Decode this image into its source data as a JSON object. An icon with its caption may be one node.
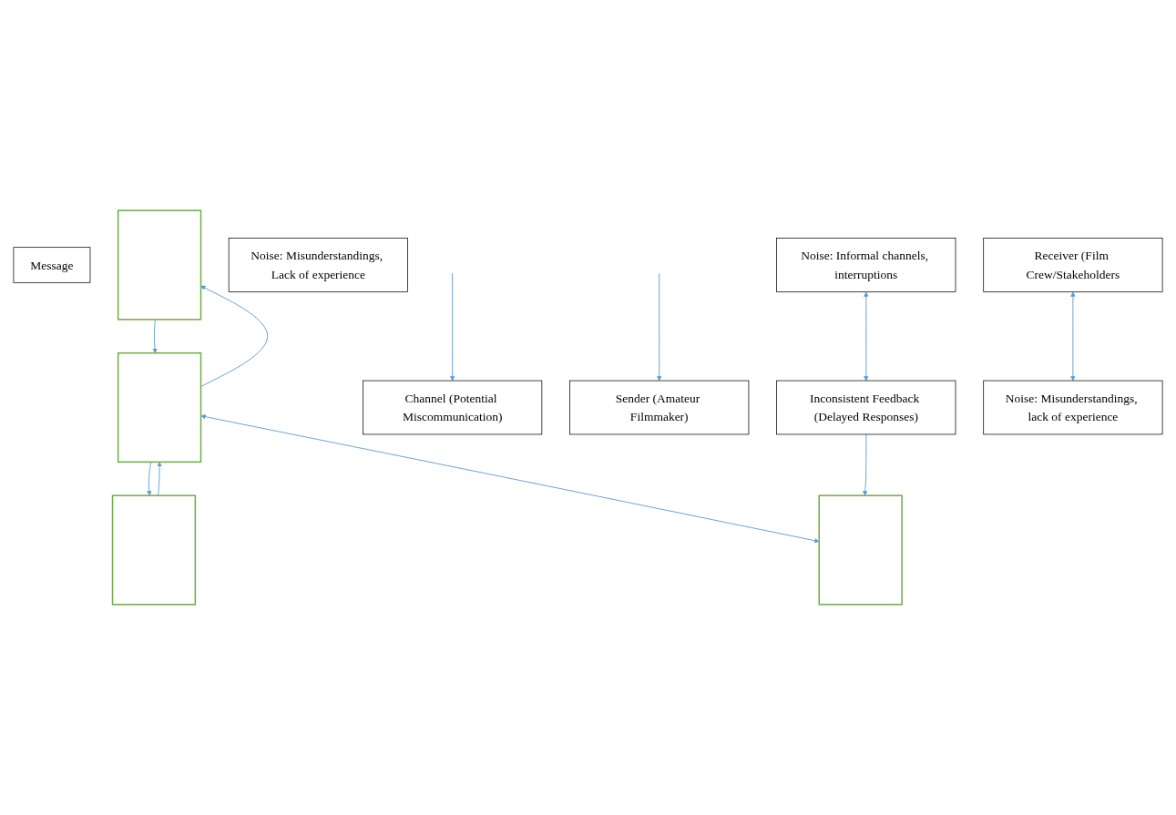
{
  "diagram": {
    "nodes": [
      {
        "text": [
          "Message"
        ]
      },
      {
        "text": [],
        "shape": "box"
      },
      {
        "text": [],
        "shape": "box"
      },
      {
        "text": [],
        "shape": "box"
      },
      {
        "text": [
          "Noise: Misunderstandings, Lack of experience"
        ]
      },
      {
        "text": [
          "Noise: Informal channels, interruptions"
        ]
      },
      {
        "text": [
          "Channel (Potential Miscommunication)"
        ]
      },
      {
        "text": [
          "Sender (Amateur Filmmaker)"
        ]
      },
      {
        "text": [],
        "shape": "box"
      },
      {
        "text": [
          "Inconsistent Feedback (Delayed Responses)"
        ]
      },
      {
        "text": [
          "Receiver (Film Crew/Stakeholders"
        ]
      },
      {
        "text": [
          "Noise: Misunderstandings, lack of experience"
        ]
      }
    ],
    "edges": [
      {
        "from": 2,
        "to": 1,
        "arrow": "to"
      },
      {
        "from": 1,
        "to": 2,
        "arrow": "to"
      },
      {
        "from": 3,
        "to": 2,
        "arrow": "to"
      },
      {
        "from": 2,
        "to": 3,
        "arrow": "to"
      },
      {
        "from": 2,
        "to": 8,
        "arrow": "both"
      },
      {
        "from": 5,
        "to": 9,
        "arrow": "both"
      },
      {
        "from": 9,
        "to": 8,
        "arrow": "to"
      },
      {
        "from": 10,
        "to": 11,
        "arrow": "both"
      },
      {
        "from": null,
        "to": 7,
        "arrow": "to"
      },
      {
        "from": null,
        "to": 6,
        "arrow": "to"
      }
    ]
  }
}
